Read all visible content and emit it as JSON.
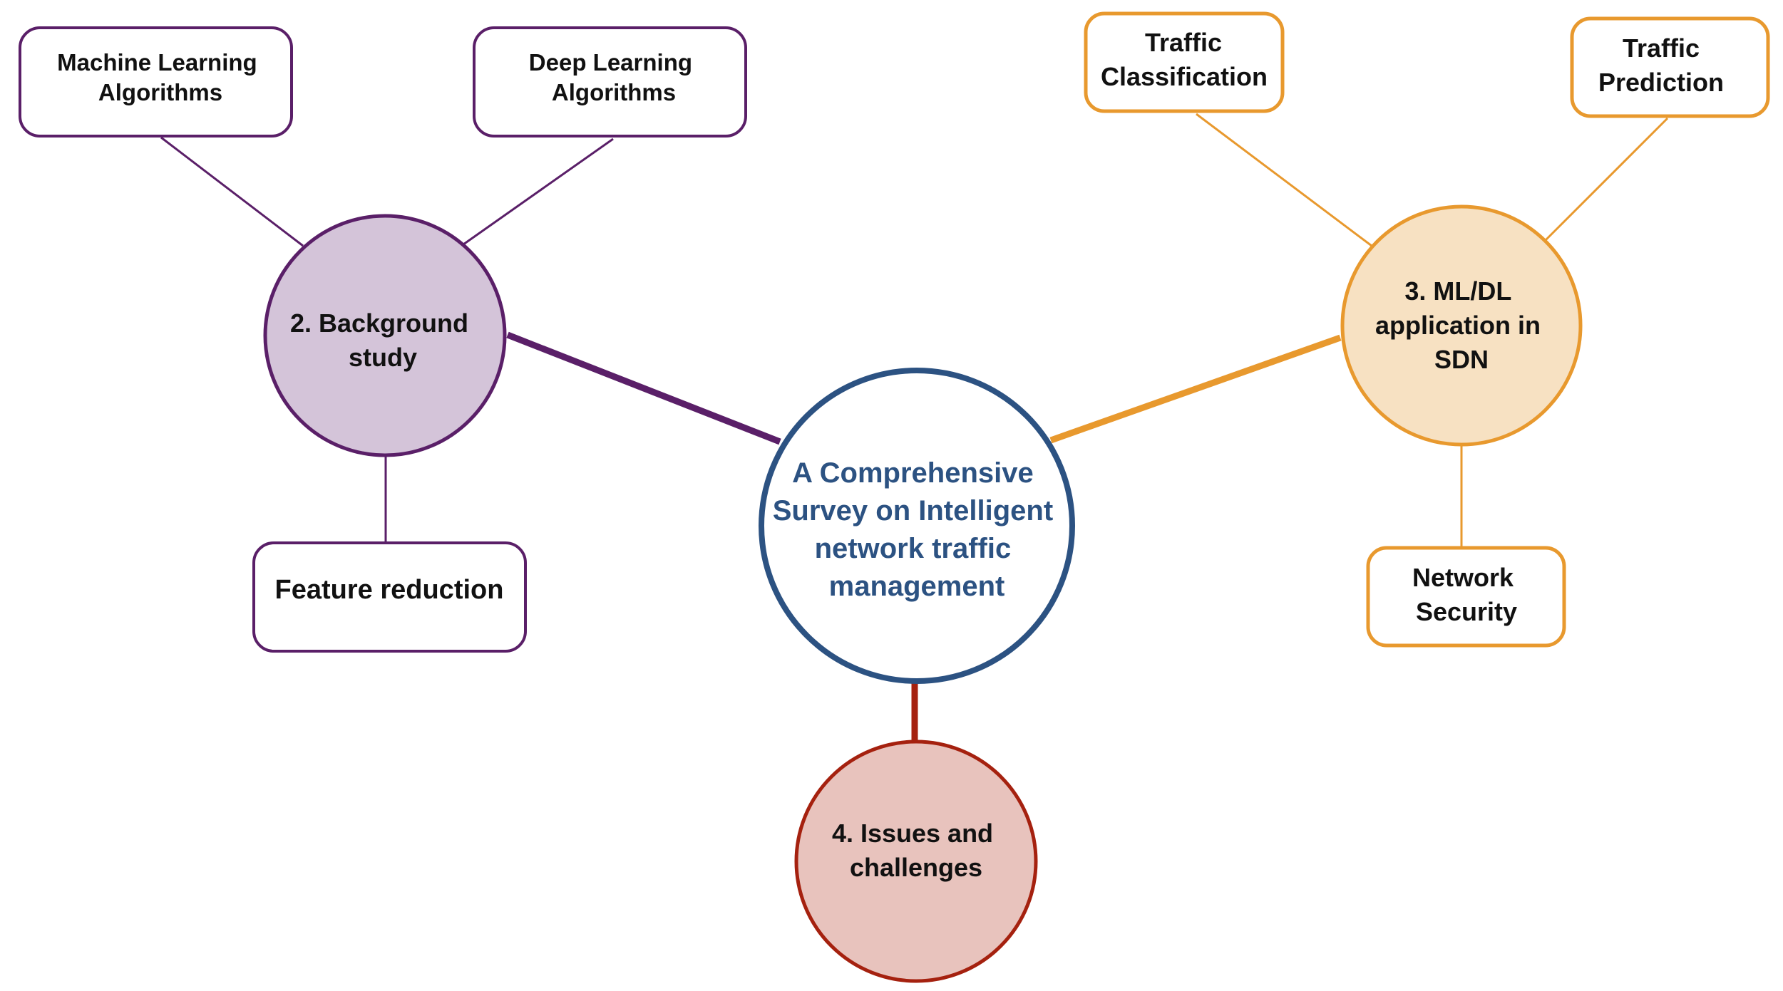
{
  "colors": {
    "center": "#2c5282",
    "background": "#5a1f68",
    "background_fill": "#d4c4d9",
    "application": "#e8992e",
    "application_fill": "#f7e1c2",
    "issues": "#a5210f",
    "issues_fill": "#e8c3bd",
    "text": "#111111"
  },
  "center": {
    "lines": [
      "A Comprehensive",
      "Survey on Intelligent",
      "network traffic",
      "management"
    ]
  },
  "background_study": {
    "lines": [
      "2. Background",
      "study"
    ]
  },
  "application": {
    "lines": [
      "3. ML/DL",
      "application in",
      "SDN"
    ]
  },
  "issues": {
    "lines": [
      "4. Issues and",
      "challenges"
    ]
  },
  "boxes": {
    "ml_algorithms": {
      "lines": [
        "Machine Learning",
        "Algorithms"
      ]
    },
    "dl_algorithms": {
      "lines": [
        "Deep Learning",
        "Algorithms"
      ]
    },
    "feature_reduction": {
      "lines": [
        "Feature reduction"
      ]
    },
    "traffic_classification": {
      "lines": [
        "Traffic",
        "Classification"
      ]
    },
    "traffic_prediction": {
      "lines": [
        "Traffic",
        "Prediction"
      ]
    },
    "network_security": {
      "lines": [
        "Network",
        "Security"
      ]
    }
  }
}
